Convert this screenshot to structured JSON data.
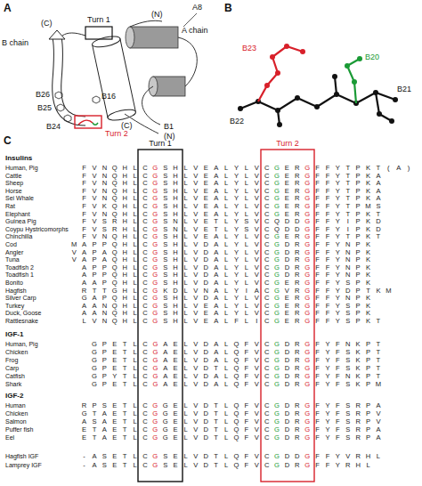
{
  "diagram": {
    "labels": [
      "A",
      "Turn 1",
      "A8",
      "(C)",
      "(N)",
      "B chain",
      "A chain",
      "B26",
      "B25",
      "B16",
      "B24",
      "(C)",
      "B1",
      "(N)",
      "Turn 2",
      "B",
      "B23",
      "B20",
      "B22",
      "B21",
      "C",
      "Turn 1",
      "Turn 2",
      "Insulins",
      "Human, Pig",
      "FVNQHLCGSHLVEALYLVCGERGFFYTPKT(A)",
      "Cattle",
      "FVNQHLCGSHLVEALYLVCGERGFFYTPKA",
      "Sheep",
      "FVNQHLCGSHLVEALYLVCGERGFFYTPKA",
      "Horse",
      "FVNQHLCGSHLVEALYLVCGERGFFYTPKA",
      "Sei Whale",
      "FVNQHLCGSHLVEALYLVCGERGFFYTPKA",
      "Rat",
      "FVKQHLCGSHLVEALYLVCGERGFFYTPMS",
      "Elephant",
      "FVNQHLCGSHLVEALYLVCGERGFFYTPKT",
      "Guinea Pig",
      "FVSRHLCGSNLVETLYSVCQDDGFFYIPKD",
      "Coypu Hystricomorphs",
      "FVSRHLCGSNLVETLYSVCQDDGFFYIPKD",
      "Chinchilla",
      "FVNQHLCGSHLVEALYLVCGERGFFYTPKT",
      "Cod",
      "MAPPQHLCGSHLVDALYLVCGDRGFFYNPK",
      "Angler",
      "VAPAQHLCGSHLVDALYLVCGDRGFFYNPK",
      "Tuna",
      "VAPAQHLCGSHLVDALYLVCGDRGFFYNPK",
      "Toadfish 2",
      "APPQHLCGSHLVDALYLVCGDRGFFYNPK",
      "Toadfish 1",
      "APPQHLCGSHLVDALYLVCGDRGFFYNPK",
      "Bonito",
      "AAPQHLCGSHLVDALYLVCGERGFFYSPK",
      "Hagfish",
      "RTTGHLCGKDLVNALYIACGVRGFFYDPTKM",
      "Silver Carp",
      "GAPQHLCGSHLVDALYLVCGERGFFYNPK",
      "Turkey",
      "AANQHLCGSHLVEALYLVCGERGFFYSPK",
      "Duck, Goose",
      "AANQHLCGSHLVEALYLVCGERGFFYSPK",
      "Rattlesnake",
      "LVNQHLCGSHLVEALFLICGERGFFYSPKT",
      "IGF-1",
      "Human, Pig",
      "GPETLCGAELVDALQFVCGDRGFYFNKPT",
      "Chicken",
      "GPETLCGAELVDALQFVCGDRGFYFSKPT",
      "Frog",
      "GPETLCGAELVDALQFVCGDRGFYFSKPT",
      "Carp",
      "GPETLCGAELVDTLQFVCGDRGFYFSKPT",
      "Catfish",
      "GPYTLCGAELVDALQFVCGDRGFYFNKPT",
      "Shark",
      "GPETLCGAELVDALQFVCGDRGFYFSKPM",
      "IGF-2",
      "Human",
      "RPSETLCGGELVDTLQFVCGDRGFYFSRPA",
      "Chicken",
      "GTAETLCGGELVDTLQFVCGDRGFYFSRPV",
      "Salmon",
      "ASAETLCGGELVDTLQFVCGDRGFYFSRPV",
      "Puffer fish",
      "ETAETLCGGELVDTLQFVCGDRGFYFSRPA",
      "Eel",
      "ETAETLCGGELVDTLQFVCGDRGFYFSRPA",
      "Hagfish IGF",
      "-ASETLCGSELVDTLQFVCGDDGFFYVRHL",
      "Lamprey IGF",
      "-ASETLCGSELVDTLQFVCGDRGFFYRHL"
    ]
  }
}
